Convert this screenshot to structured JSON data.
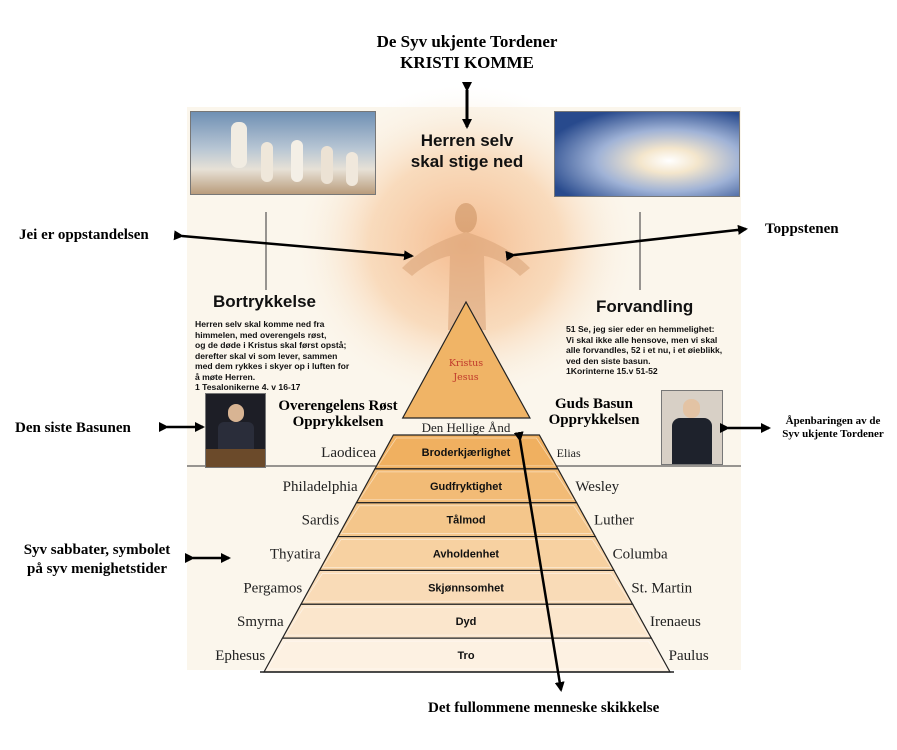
{
  "top_title": {
    "line1": "De Syv ukjente Tordener",
    "line2": "KRISTI KOMME"
  },
  "center_heading": {
    "line1": "Herren selv",
    "line2": "skal stige ned"
  },
  "left_labels": {
    "resurrection": "Jei er oppstandelsen",
    "last_trumpet": "Den siste Basunen",
    "sabbaths_line1": "Syv sabbater, symbolet",
    "sabbaths_line2": "på syv menighetstider"
  },
  "right_labels": {
    "capstone": "Toppstenen",
    "revelation_line1": "Åpenbaringen av de",
    "revelation_line2": "Syv ukjente Tordener"
  },
  "bottom_label": "Det fullommene menneske skikkelse",
  "rapture": {
    "title": "Bortrykkelse",
    "text": [
      "Herren selv skal komme ned fra",
      "himmelen, med overengels røst,",
      "og de døde i Kristus skal først opstå;",
      "derefter skal vi som lever, sammen",
      "med dem rykkes i skyer op i luften for",
      "å møte Herren.",
      "1 Tesalonikerne 4. v 16-17"
    ]
  },
  "transformation": {
    "title": "Forvandling",
    "text": [
      "51 Se, jeg sier eder en hemmelighet:",
      "Vi skal ikke alle hensove, men vi skal",
      "alle forvandles, 52 i et nu, i et øieblikk,",
      "ved den siste basun.",
      "1Korinterne 15.v 51-52"
    ]
  },
  "voice_archangel": {
    "line1": "Overengelens Røst",
    "line2": "Opprykkelsen"
  },
  "gods_trumpet": {
    "line1": "Guds Basun",
    "line2": "Opprykkelsen"
  },
  "holy_spirit": "Den Hellige Ånd",
  "capstone_text": {
    "line1": "Kristus",
    "line2": "Jesus"
  },
  "pyramid_levels": [
    {
      "virtue": "Broderkjærlighet",
      "left": "Laodicea",
      "right": "Elias"
    },
    {
      "virtue": "Gudfryktighet",
      "left": "Philadelphia",
      "right": "Wesley"
    },
    {
      "virtue": "Tålmod",
      "left": "Sardis",
      "right": "Luther"
    },
    {
      "virtue": "Avholdenhet",
      "left": "Thyatira",
      "right": "Columba"
    },
    {
      "virtue": "Skjønnsomhet",
      "left": "Pergamos",
      "right": "St. Martin"
    },
    {
      "virtue": "Dyd",
      "left": "Smyrna",
      "right": "Irenaeus"
    },
    {
      "virtue": "Tro",
      "left": "Ephesus",
      "right": "Paulus"
    }
  ],
  "colors": {
    "capstone": "#f0b466",
    "level_dark": "#f0b060",
    "level_light": "#fdf1e2",
    "panel_bg": "#fbf6ec",
    "glow": "#f6c79a"
  }
}
